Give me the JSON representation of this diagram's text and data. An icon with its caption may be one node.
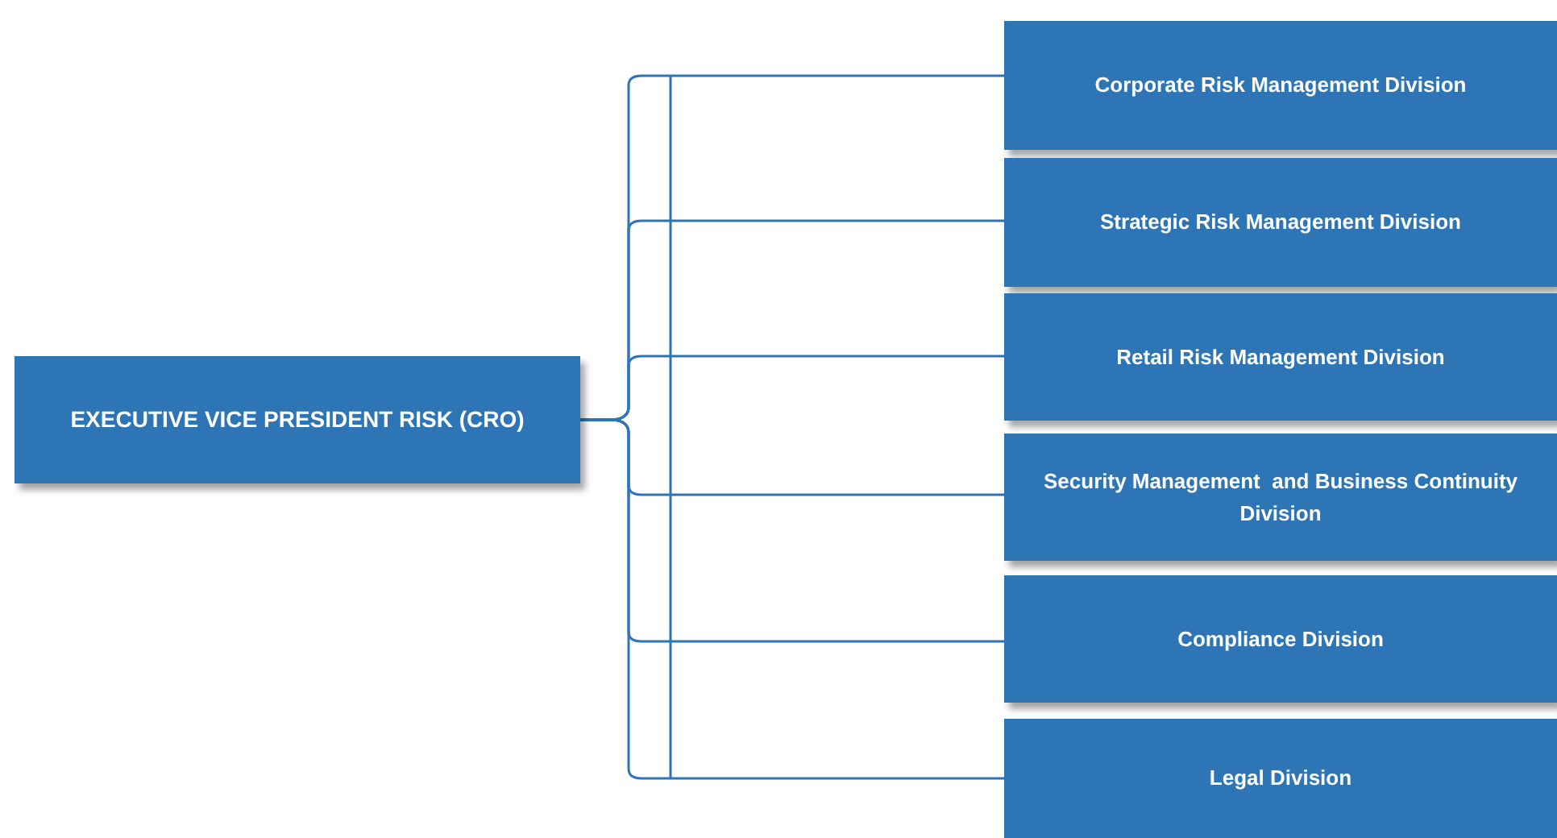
{
  "diagram": {
    "nodes": [
      {
        "text": [
          "EXECUTIVE VICE PRESIDENT RISK (CRO)"
        ]
      },
      {
        "text": [
          "Corporate Risk Management Division"
        ]
      },
      {
        "text": [
          "Strategic Risk Management Division"
        ]
      },
      {
        "text": [
          "Retail Risk Management Division"
        ]
      },
      {
        "text": [
          "Security Management  and Business Continuity Division"
        ]
      },
      {
        "text": [
          "Compliance Division"
        ]
      },
      {
        "text": [
          "Legal Division"
        ]
      }
    ],
    "edges": [
      {
        "from": 0,
        "to": 1,
        "arrow": "none"
      },
      {
        "from": 0,
        "to": 2,
        "arrow": "none"
      },
      {
        "from": 0,
        "to": 3,
        "arrow": "none"
      },
      {
        "from": 0,
        "to": 4,
        "arrow": "none"
      },
      {
        "from": 0,
        "to": 5,
        "arrow": "none"
      },
      {
        "from": 0,
        "to": 6,
        "arrow": "none"
      }
    ]
  }
}
